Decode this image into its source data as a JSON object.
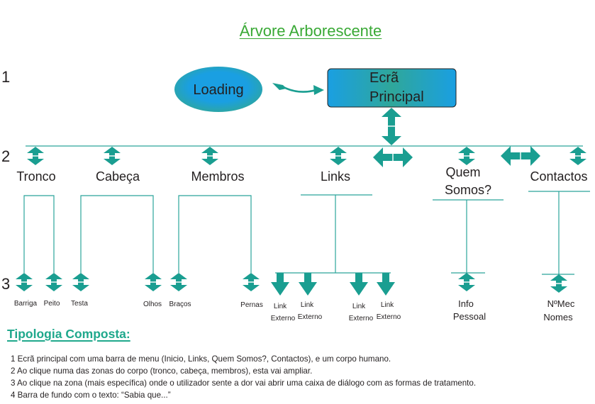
{
  "title": "Árvore Arborescente",
  "levels": {
    "l1": "1",
    "l2": "2",
    "l3": "3"
  },
  "level1": {
    "loading": "Loading",
    "main_screen": {
      "line1": "Ecrã",
      "line2": "Principal"
    }
  },
  "level2": {
    "tronco": "Tronco",
    "cabeca": "Cabeça",
    "membros": "Membros",
    "links": "Links",
    "quem_somos": {
      "line1": "Quem",
      "line2": "Somos?"
    },
    "contactos": "Contactos"
  },
  "level3": {
    "barriga": "Barriga",
    "peito": "Peito",
    "testa": "Testa",
    "olhos": "Olhos",
    "bracos": "Braços",
    "pernas": "Pernas",
    "links": [
      {
        "line1": "Link",
        "line2": "Externo"
      },
      {
        "line1": "Link",
        "line2": "Externo"
      },
      {
        "line1": "Link",
        "line2": "Externo"
      },
      {
        "line1": "Link",
        "line2": "Externo"
      }
    ],
    "info_pessoal": {
      "line1": "Info",
      "line2": "Pessoal"
    },
    "nomec_nomes": {
      "line1": "NºMec",
      "line2": "Nomes"
    }
  },
  "typology": {
    "heading": "Tipologia Composta:",
    "items": [
      "1 Ecrã principal com uma barra de menu (Inicio, Links, Quem Somos?, Contactos), e um corpo humano.",
      "2 Ao clique numa das zonas do corpo (tronco, cabeça, membros), esta vai ampliar.",
      "3 Ao clique na zona (mais específica) onde o utilizador sente a dor vai abrir uma caixa de diálogo com as formas de tratamento.",
      "4 Barra de fundo com o texto: “Sabia que...”"
    ]
  },
  "colors": {
    "title": "#39a935",
    "heading": "#1fa88c",
    "arrow": "#1a9e91",
    "line": "#2ba59b",
    "blue": "#1a9fe2",
    "teal": "#2fa79a",
    "ink": "#231f20"
  }
}
